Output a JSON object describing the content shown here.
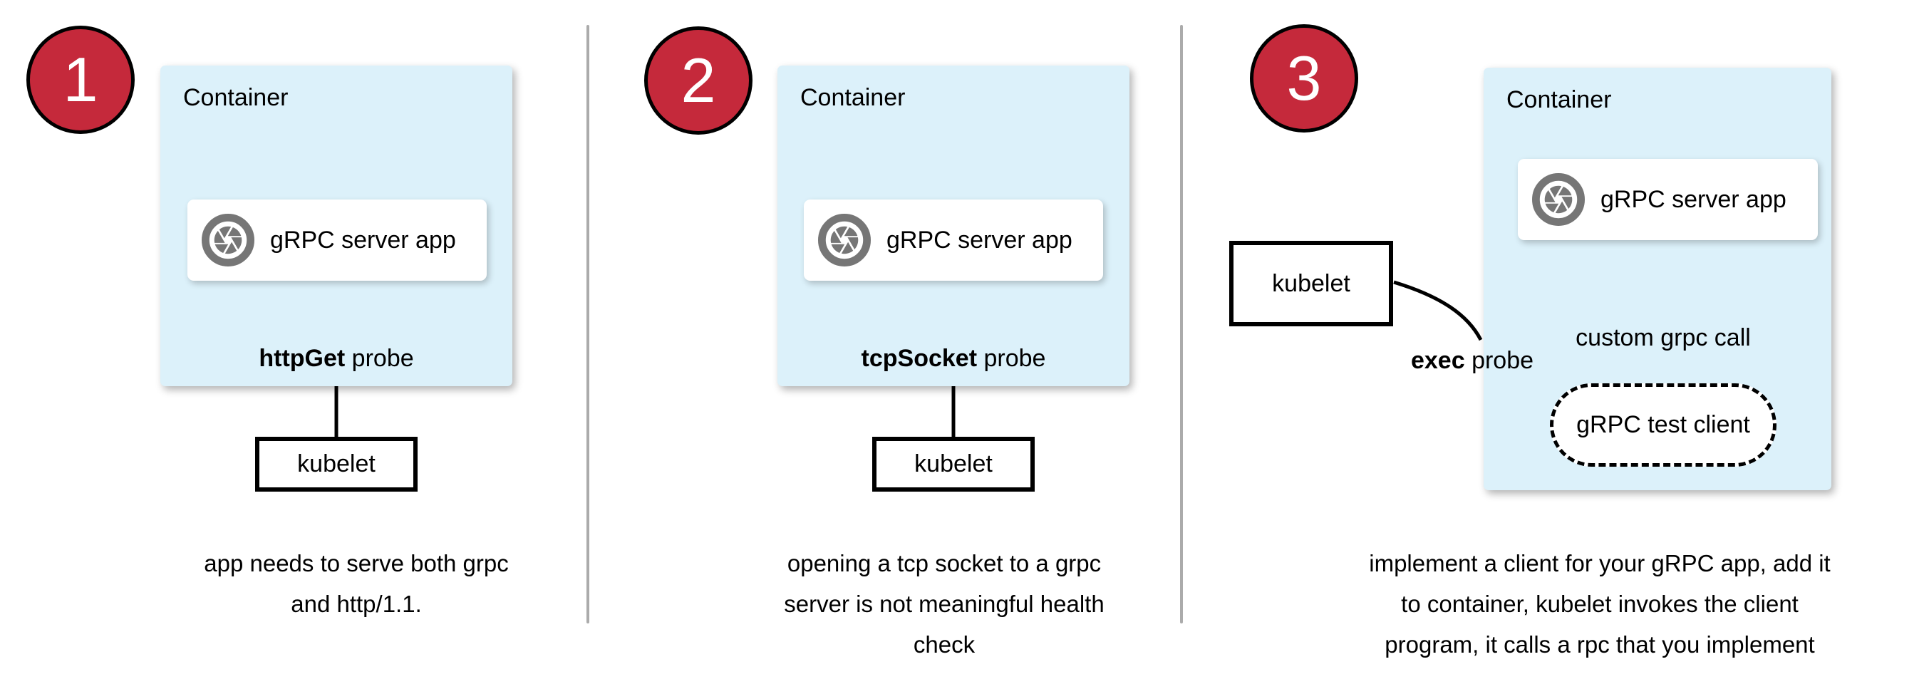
{
  "colors": {
    "badge_red": "#C5293B",
    "container_blue": "#DCF1FA",
    "icon_gray": "#767676",
    "divider_gray": "#ABABAB",
    "text_black": "#000000"
  },
  "panels": [
    {
      "badge": "1",
      "container_title": "Container",
      "app": {
        "icon": "aperture-icon",
        "label": "gRPC server app"
      },
      "probe": {
        "bold": "httpGet",
        "rest": " probe"
      },
      "kubelet_label": "kubelet",
      "caption_lines": [
        "app needs to serve both grpc",
        "and http/1.1."
      ]
    },
    {
      "badge": "2",
      "container_title": "Container",
      "app": {
        "icon": "aperture-icon",
        "label": "gRPC server app"
      },
      "probe": {
        "bold": "tcpSocket",
        "rest": " probe"
      },
      "kubelet_label": "kubelet",
      "caption_lines": [
        "opening a tcp socket to a grpc",
        "server is not meaningful health",
        "check"
      ]
    },
    {
      "badge": "3",
      "container_title": "Container",
      "app": {
        "icon": "aperture-icon",
        "label": "gRPC server app"
      },
      "probe": {
        "bold": "exec",
        "rest": " probe"
      },
      "kubelet_label": "kubelet",
      "call_label": "custom grpc call",
      "client_label": "gRPC test client",
      "caption_lines": [
        "implement a client for your gRPC app, add it",
        "to container, kubelet invokes the client",
        "program, it calls a rpc that you implement"
      ]
    }
  ]
}
